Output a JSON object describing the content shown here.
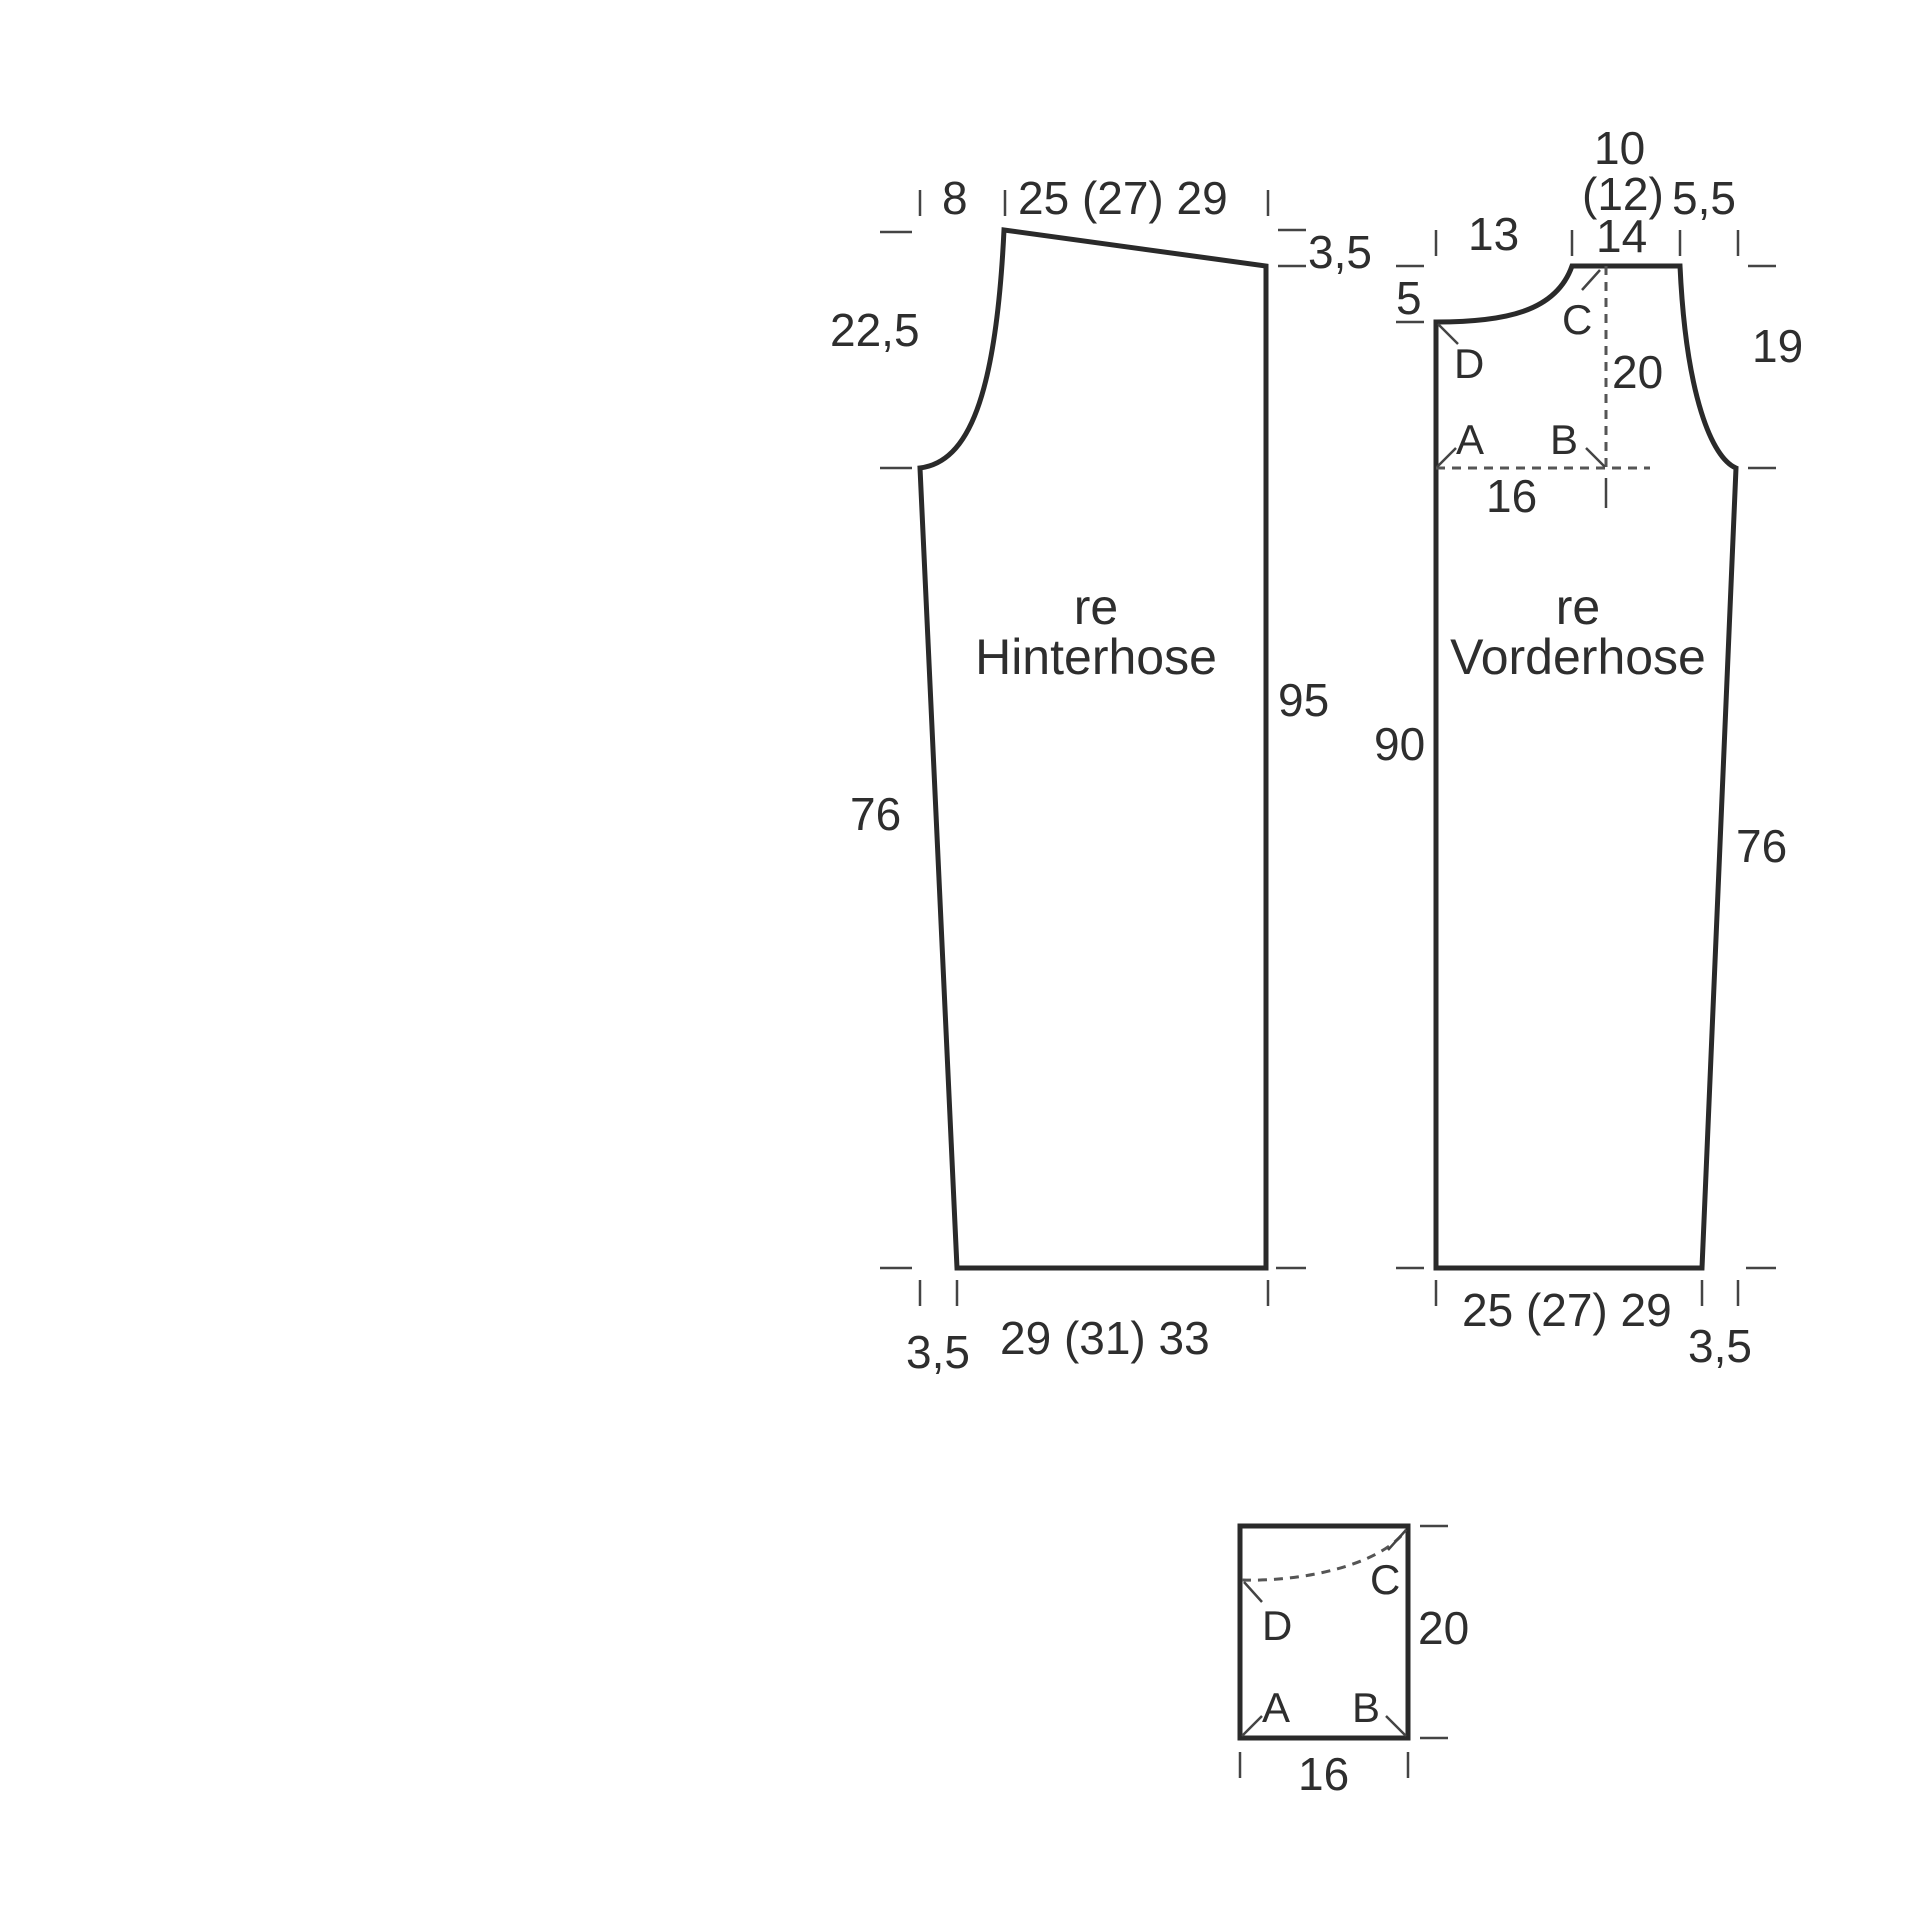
{
  "back_piece": {
    "label_line1": "re",
    "label_line2": "Hinterhose",
    "dims": {
      "top_left": "8",
      "top_width": "25 (27) 29",
      "top_drop": "3,5",
      "crotch_height": "22,5",
      "right_length": "95",
      "left_length": "76",
      "bottom_offset": "3,5",
      "bottom_width": "29 (31) 33"
    }
  },
  "front_piece": {
    "label_line1": "re",
    "label_line2": "Vorderhose",
    "dims": {
      "top_left": "13",
      "top_middle_line1": "10",
      "top_middle_line2": "(12)",
      "top_middle_line3": "14",
      "top_right": "5,5",
      "left_drop": "5",
      "right_height": "19",
      "guide_vertical": "20",
      "guide_horizontal": "16",
      "left_length": "90",
      "right_length": "76",
      "bottom_width": "25 (27) 29",
      "bottom_offset": "3,5"
    },
    "points": {
      "a": "A",
      "b": "B",
      "c": "C",
      "d": "D"
    }
  },
  "gusset": {
    "dims": {
      "height": "20",
      "width": "16"
    },
    "points": {
      "a": "A",
      "b": "B",
      "c": "C",
      "d": "D"
    }
  }
}
